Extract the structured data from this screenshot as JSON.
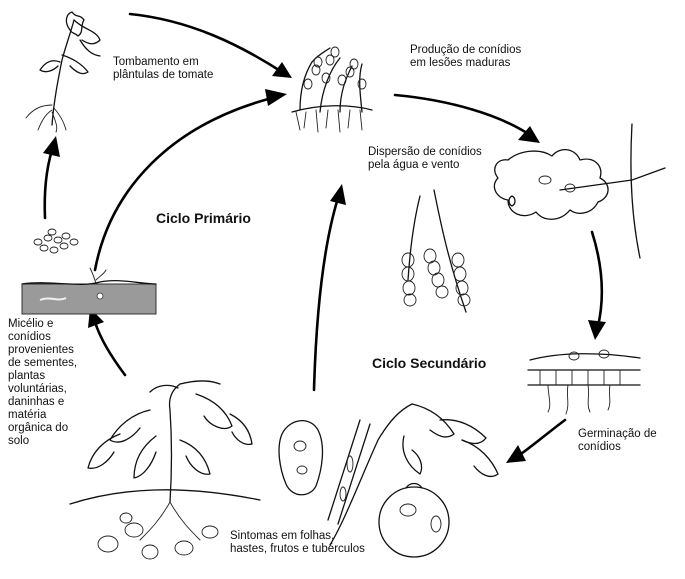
{
  "cycles": {
    "primary": "Ciclo Primário",
    "secondary": "Ciclo Secundário"
  },
  "stages": {
    "damping_off": [
      "Tombamento em",
      "plântulas de tomate"
    ],
    "conidia_production": [
      "Produção de conídios",
      "em lesões maduras"
    ],
    "dispersal": [
      "Dispersão de conídios",
      "pela água e vento"
    ],
    "germination": [
      "Germinação de",
      "conídios"
    ],
    "symptoms": [
      "Sintomas em folhas,",
      "hastes, frutos e tubérculos"
    ],
    "inoculum_sources": [
      "Micélio e",
      "conídios",
      "provenientes",
      "de sementes,",
      "plantas",
      "voluntárias,",
      "daninhas e",
      "matéria",
      "orgânica do",
      "solo"
    ]
  }
}
